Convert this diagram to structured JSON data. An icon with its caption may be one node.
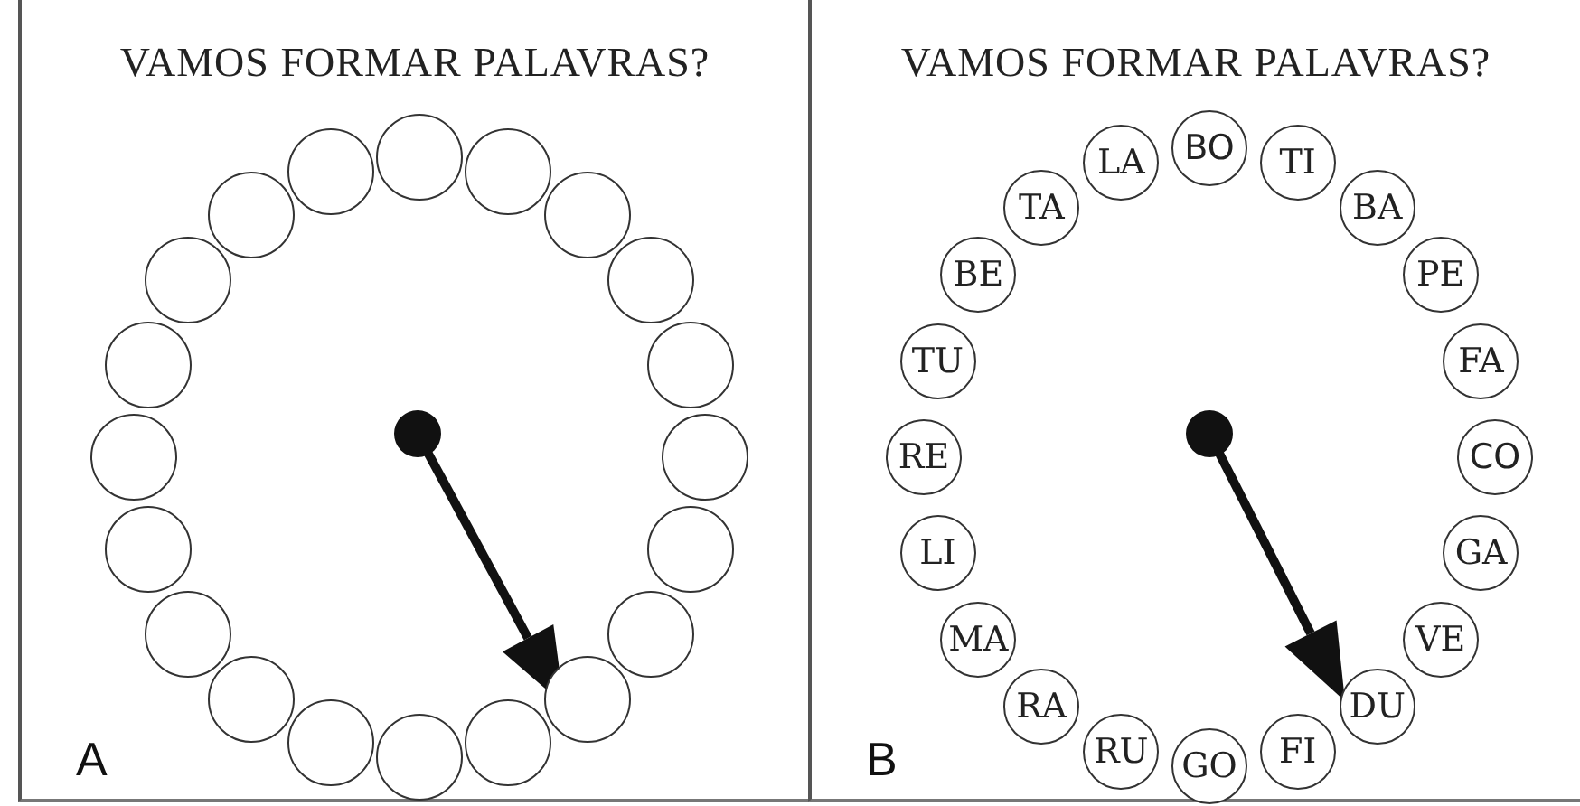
{
  "diagram": {
    "nodes": [
      {
        "text": [
          "VAMOS FORMAR PALAVRAS?",
          "A"
        ]
      },
      {
        "text": [],
        "shape": "circle",
        "in": 0
      },
      {
        "text": [],
        "shape": "circle",
        "in": 0
      },
      {
        "text": [],
        "shape": "circle",
        "in": 0
      },
      {
        "text": [],
        "shape": "circle",
        "in": 0
      },
      {
        "text": [],
        "shape": "circle",
        "in": 0
      },
      {
        "text": [],
        "shape": "circle",
        "in": 0
      },
      {
        "text": [],
        "shape": "circle",
        "in": 0
      },
      {
        "text": [],
        "shape": "circle",
        "in": 0
      },
      {
        "text": [],
        "shape": "circle",
        "in": 0
      },
      {
        "text": [],
        "shape": "circle",
        "in": 0
      },
      {
        "text": [],
        "shape": "circle",
        "in": 0
      },
      {
        "text": [],
        "shape": "circle",
        "in": 0
      },
      {
        "text": [],
        "shape": "circle",
        "in": 0
      },
      {
        "text": [],
        "shape": "circle",
        "in": 0
      },
      {
        "text": [],
        "shape": "circle",
        "in": 0
      },
      {
        "text": [],
        "shape": "circle",
        "in": 0
      },
      {
        "text": [],
        "shape": "circle",
        "in": 0
      },
      {
        "text": [],
        "shape": "circle",
        "in": 0
      },
      {
        "text": [],
        "shape": "circle",
        "in": 0
      },
      {
        "text": [],
        "shape": "circle",
        "in": 0
      },
      {
        "text": [
          "VAMOS FORMAR PALAVRAS?",
          "B"
        ]
      },
      {
        "text": [
          "BO"
        ],
        "in": 21
      },
      {
        "text": [
          "TI"
        ],
        "in": 21
      },
      {
        "text": [
          "BA"
        ],
        "in": 21
      },
      {
        "text": [
          "PE"
        ],
        "in": 21
      },
      {
        "text": [
          "FA"
        ],
        "in": 21
      },
      {
        "text": [
          "CO"
        ],
        "in": 21
      },
      {
        "text": [
          "GA"
        ],
        "in": 21
      },
      {
        "text": [
          "VE"
        ],
        "in": 21
      },
      {
        "text": [
          "DU"
        ],
        "in": 21
      },
      {
        "text": [
          "FI"
        ],
        "in": 21
      },
      {
        "text": [
          "GO"
        ],
        "in": 21
      },
      {
        "text": [
          "RU"
        ],
        "in": 21
      },
      {
        "text": [
          "RA"
        ],
        "in": 21
      },
      {
        "text": [
          "MA"
        ],
        "in": 21
      },
      {
        "text": [
          "LI"
        ],
        "in": 21
      },
      {
        "text": [
          "RE"
        ],
        "in": 21
      },
      {
        "text": [
          "TU"
        ],
        "in": 21
      },
      {
        "text": [
          "BE"
        ],
        "in": 21
      },
      {
        "text": [
          "TA"
        ],
        "in": 21
      },
      {
        "text": [
          "LA"
        ],
        "in": 21
      }
    ]
  }
}
